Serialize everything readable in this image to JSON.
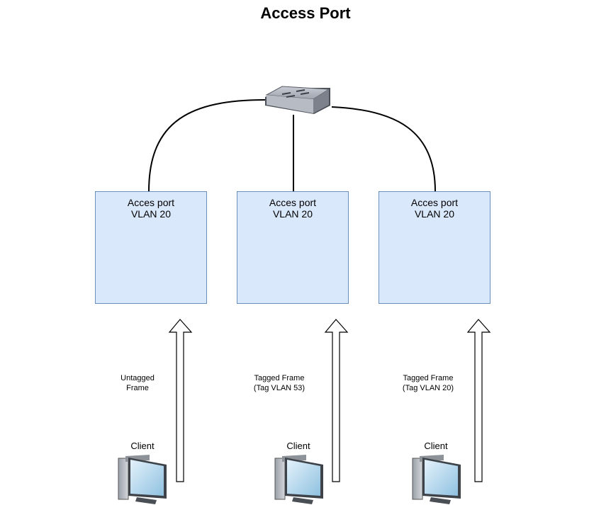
{
  "title": "Access Port",
  "switch": {
    "icon": "network-switch-icon"
  },
  "ports": [
    {
      "line1": "Acces port",
      "line2": "VLAN 20"
    },
    {
      "line1": "Acces port",
      "line2": "VLAN 20"
    },
    {
      "line1": "Acces port",
      "line2": "VLAN 20"
    }
  ],
  "frames": [
    {
      "line1": "Untagged",
      "line2": "Frame"
    },
    {
      "line1": "Tagged Frame",
      "line2": "(Tag VLAN 53)"
    },
    {
      "line1": "Tagged Frame",
      "line2": "(Tag VLAN 20)"
    }
  ],
  "clients": [
    {
      "label": "Client",
      "icon": "computer-icon"
    },
    {
      "label": "Client",
      "icon": "computer-icon"
    },
    {
      "label": "Client",
      "icon": "computer-icon"
    }
  ],
  "colors": {
    "port_fill": "#dae8fc",
    "port_stroke": "#6c8ebf",
    "link": "#000000"
  }
}
